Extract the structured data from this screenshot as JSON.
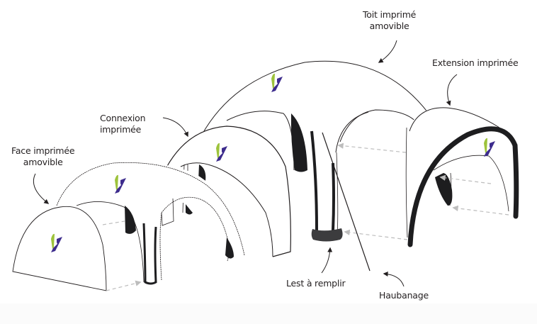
{
  "diagram": {
    "subject": "Inflatable dome tent assembly",
    "colors": {
      "outline": "#231f20",
      "frame_black": "#1d1d1f",
      "ballast_gray": "#3c3c3e",
      "dashed_arrow": "#bdbdbd",
      "logo_green": "#9dc33b",
      "logo_purple": "#3d2c8d",
      "background": "#ffffff"
    },
    "labels": [
      {
        "id": "toit",
        "lines": [
          "Toit imprimé",
          "amovible"
        ]
      },
      {
        "id": "extension",
        "lines": [
          "Extension imprimée"
        ]
      },
      {
        "id": "connexion",
        "lines": [
          "Connexion",
          "imprimée"
        ]
      },
      {
        "id": "face",
        "lines": [
          "Face imprimée",
          "amovible"
        ]
      },
      {
        "id": "lest",
        "lines": [
          "Lest à remplir"
        ]
      },
      {
        "id": "haubanage",
        "lines": [
          "Haubanage"
        ]
      }
    ],
    "logo_name": "v-logo"
  }
}
